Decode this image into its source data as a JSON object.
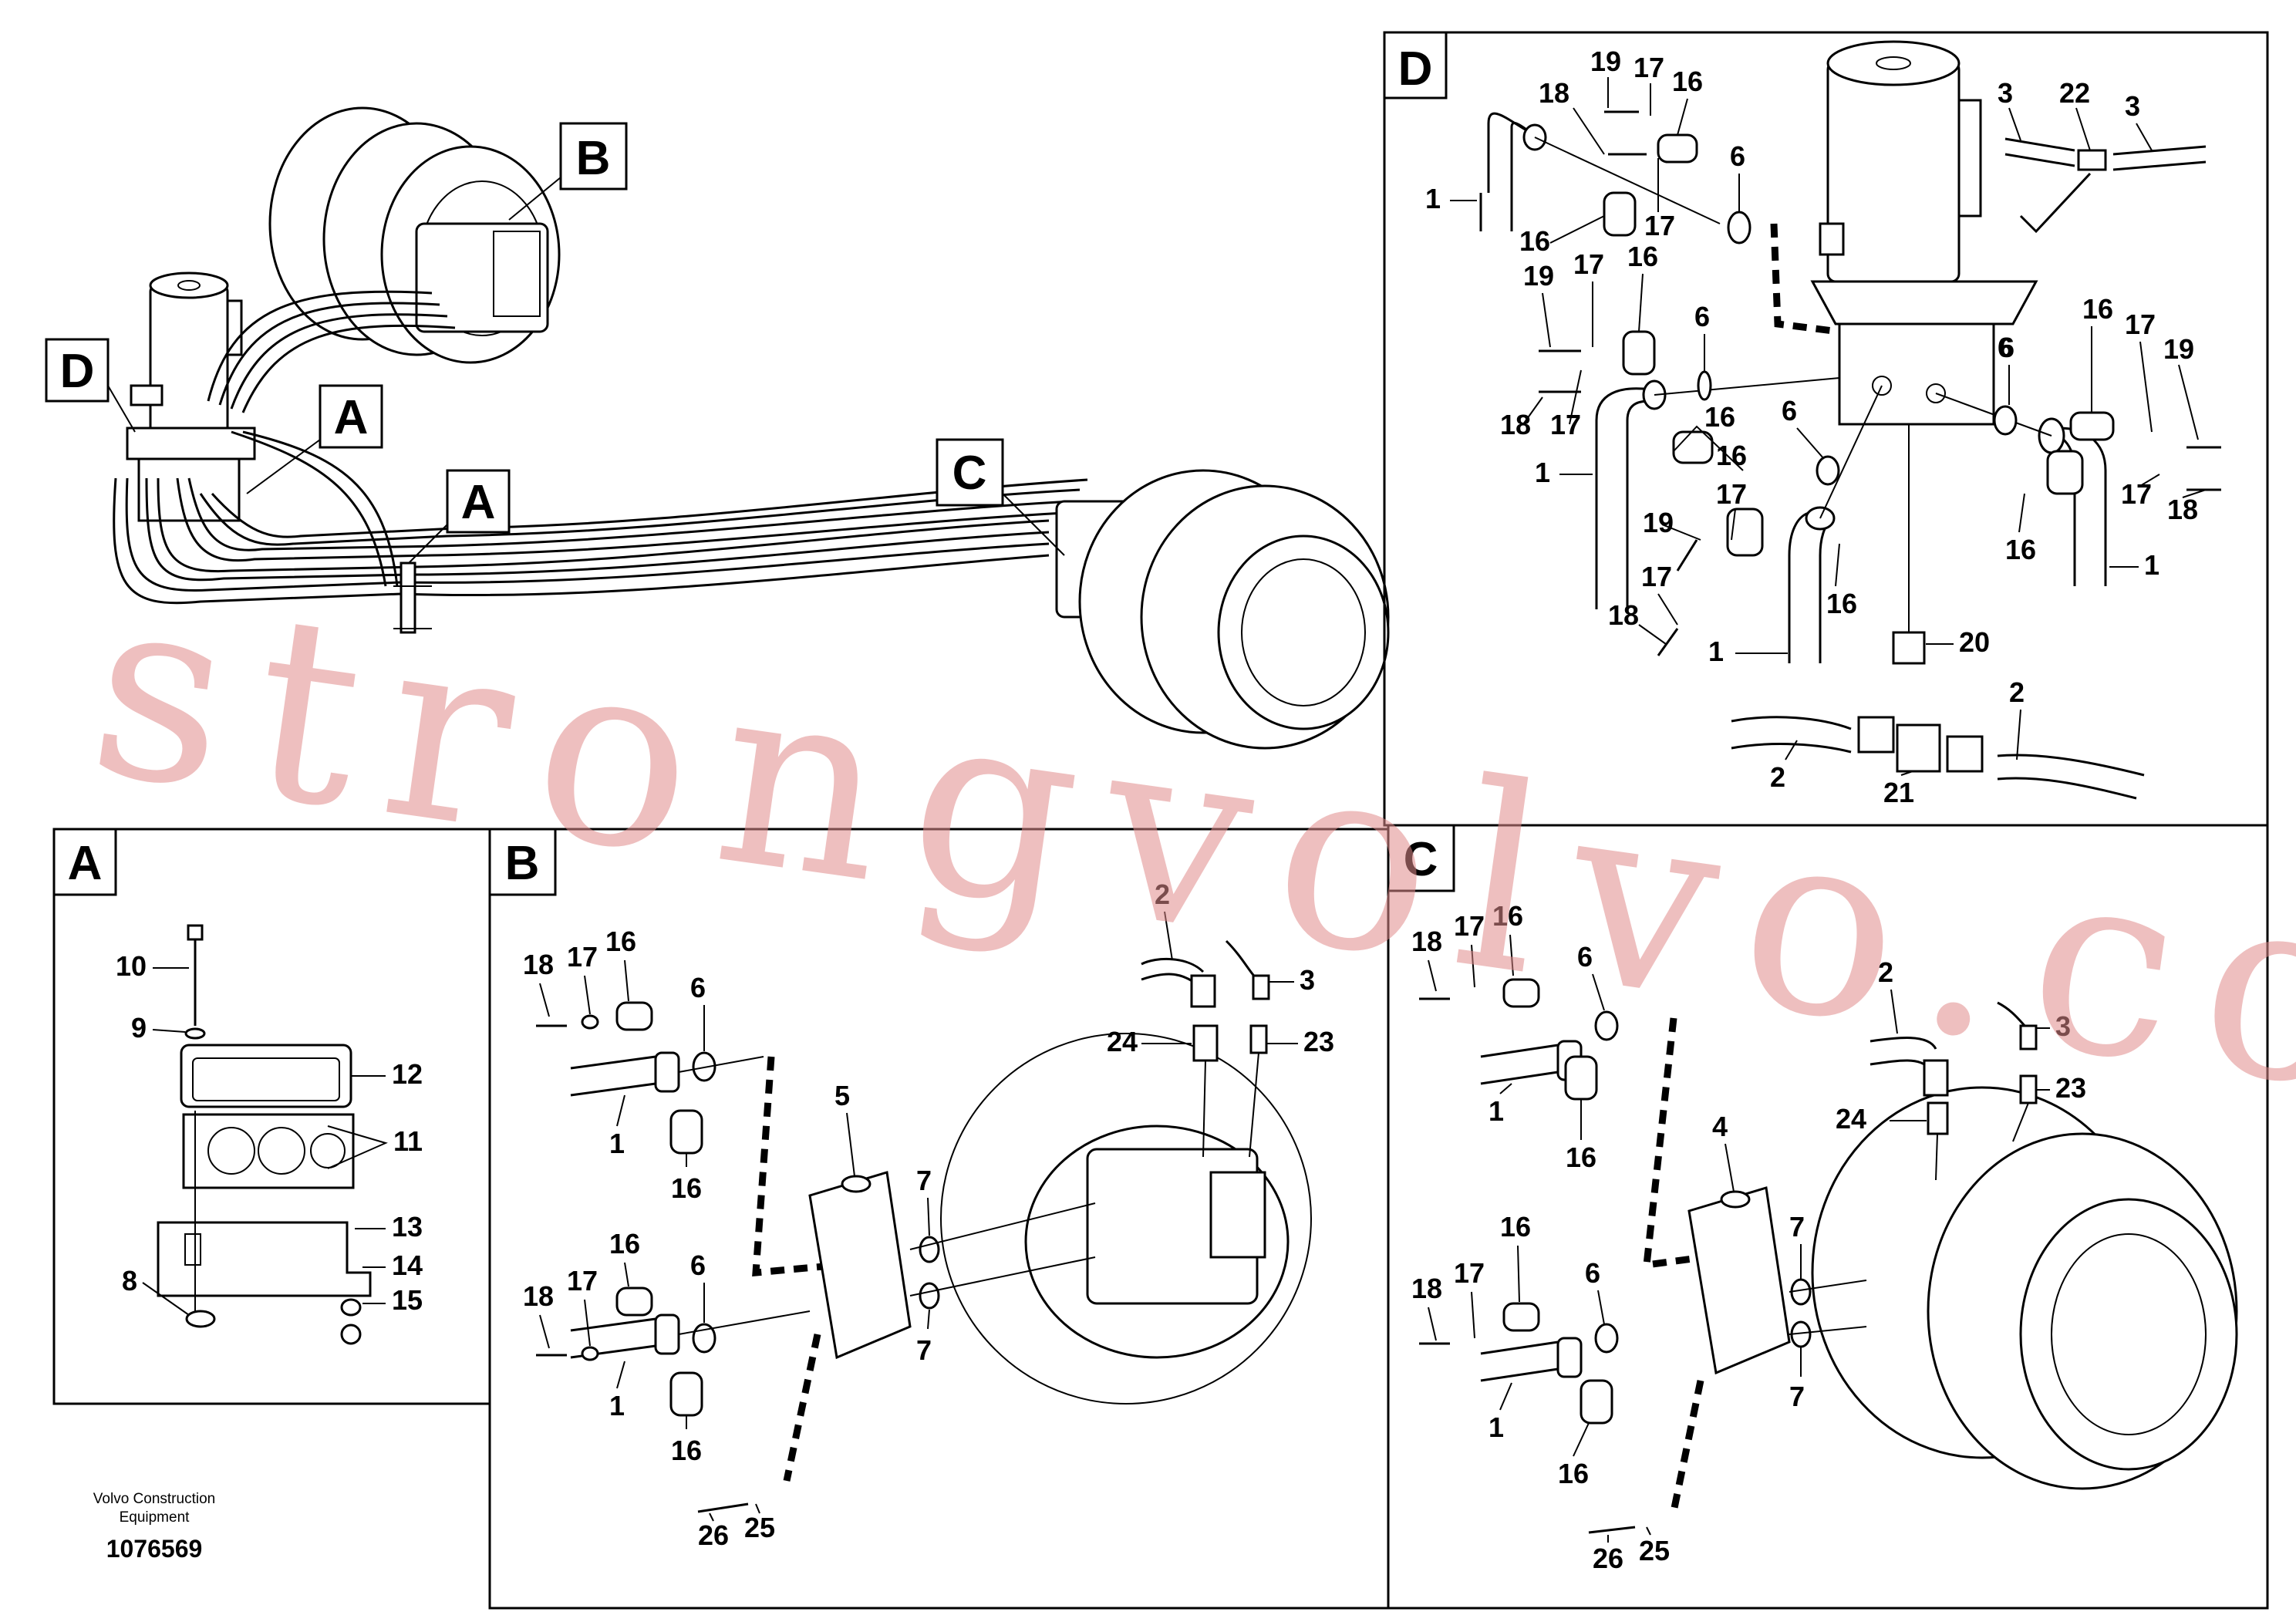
{
  "footer": {
    "company": "Volvo Construction Equipment",
    "drawing_number": "1076569"
  },
  "watermark": "strongvolvo.com",
  "overview": {
    "callouts": [
      "B",
      "D",
      "A",
      "A",
      "C"
    ]
  },
  "panels": {
    "A": {
      "label": "A",
      "parts": [
        "10",
        "9",
        "12",
        "11",
        "13",
        "8",
        "14",
        "15"
      ]
    },
    "B": {
      "label": "B",
      "parts": [
        "2",
        "18",
        "17",
        "16",
        "6",
        "3",
        "24",
        "23",
        "1",
        "16",
        "5",
        "7",
        "16",
        "7",
        "18",
        "17",
        "6",
        "1",
        "16",
        "26",
        "25"
      ]
    },
    "C": {
      "label": "C",
      "parts": [
        "18",
        "17",
        "16",
        "6",
        "2",
        "3",
        "23",
        "24",
        "1",
        "16",
        "4",
        "7",
        "16",
        "6",
        "18",
        "17",
        "7",
        "1",
        "16",
        "26",
        "25"
      ]
    },
    "D": {
      "label": "D",
      "parts": [
        "19",
        "17",
        "16",
        "18",
        "3",
        "22",
        "3",
        "1",
        "6",
        "16",
        "17",
        "19",
        "17",
        "16",
        "6",
        "16",
        "17",
        "19",
        "6",
        "18",
        "17",
        "16",
        "6",
        "6",
        "1",
        "17",
        "16",
        "19",
        "17",
        "18",
        "18",
        "17",
        "16",
        "1",
        "16",
        "1",
        "20",
        "2",
        "2",
        "21"
      ]
    }
  }
}
